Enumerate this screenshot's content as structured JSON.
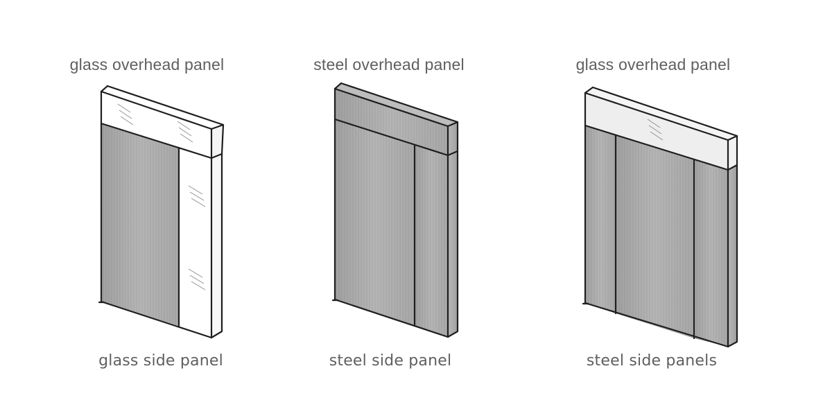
{
  "diagram": {
    "configurations": [
      {
        "id": "config-1",
        "top_label": "glass overhead panel",
        "bottom_label": "glass side panel",
        "overhead_material": "glass",
        "side_material": "glass"
      },
      {
        "id": "config-2",
        "top_label": "steel overhead panel",
        "bottom_label": "steel side panel",
        "overhead_material": "steel",
        "side_material": "steel"
      },
      {
        "id": "config-3",
        "top_label": "glass overhead panel",
        "bottom_label": "steel side panels",
        "overhead_material": "glass",
        "side_material": "steel"
      }
    ],
    "colors": {
      "steel_fill": "#a9a9a9",
      "steel_light": "#c4c4c4",
      "glass_fill": "#ffffff",
      "glass_light": "#efefef",
      "outline": "#1e1e1e",
      "label_text": "#5f5f5f"
    }
  }
}
